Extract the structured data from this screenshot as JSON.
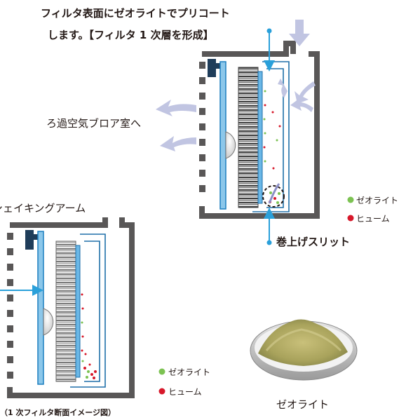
{
  "callouts": {
    "precoat_line1": "フィルタ表面にゼオライトでプリコート",
    "precoat_line2": "します。【フィルタ 1 次層を形成】",
    "to_blower": "ろ過空気ブロア室へ",
    "shaking_arm": "シェイキングアーム",
    "slit": "巻上げスリット"
  },
  "legend_top": {
    "zeolite": "ゼオライト",
    "fume": "ヒューム"
  },
  "legend_bottom": {
    "zeolite": "ゼオライト",
    "fume": "ヒューム"
  },
  "zeolite_photo_label": "ゼオライト",
  "caption": "（1 次フィルタ断面イメージ図）",
  "colors": {
    "zeolite": "#7cc252",
    "fume": "#d7182a",
    "frame": "#595757",
    "arrow_blue": "#2aa0da",
    "flow_arrow": "#c1c5e2"
  }
}
